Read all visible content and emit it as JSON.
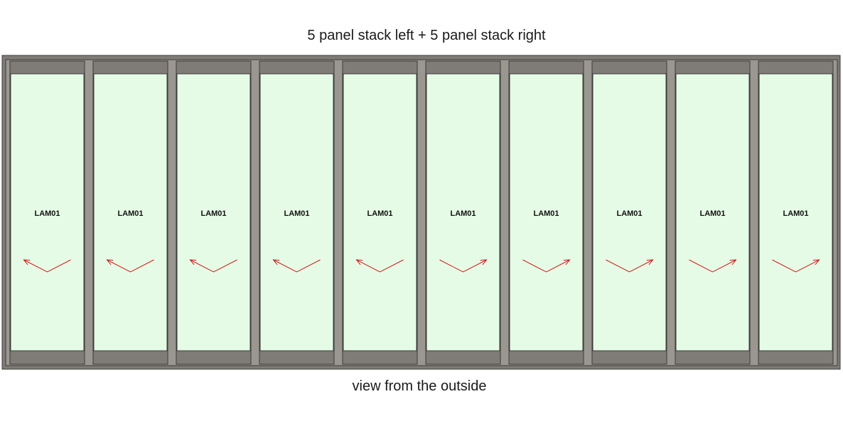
{
  "title": "5 panel stack left + 5 panel stack right",
  "caption": "view from the outside",
  "colors": {
    "frame": "#7f7b76",
    "frame_edge": "#3c3c3c",
    "glass": "#e6fbe6",
    "arrow": "#d21a1a"
  },
  "panels": [
    {
      "label": "LAM01",
      "opens": "left"
    },
    {
      "label": "LAM01",
      "opens": "left"
    },
    {
      "label": "LAM01",
      "opens": "left"
    },
    {
      "label": "LAM01",
      "opens": "left"
    },
    {
      "label": "LAM01",
      "opens": "left"
    },
    {
      "label": "LAM01",
      "opens": "right"
    },
    {
      "label": "LAM01",
      "opens": "right"
    },
    {
      "label": "LAM01",
      "opens": "right"
    },
    {
      "label": "LAM01",
      "opens": "right"
    },
    {
      "label": "LAM01",
      "opens": "right"
    }
  ]
}
